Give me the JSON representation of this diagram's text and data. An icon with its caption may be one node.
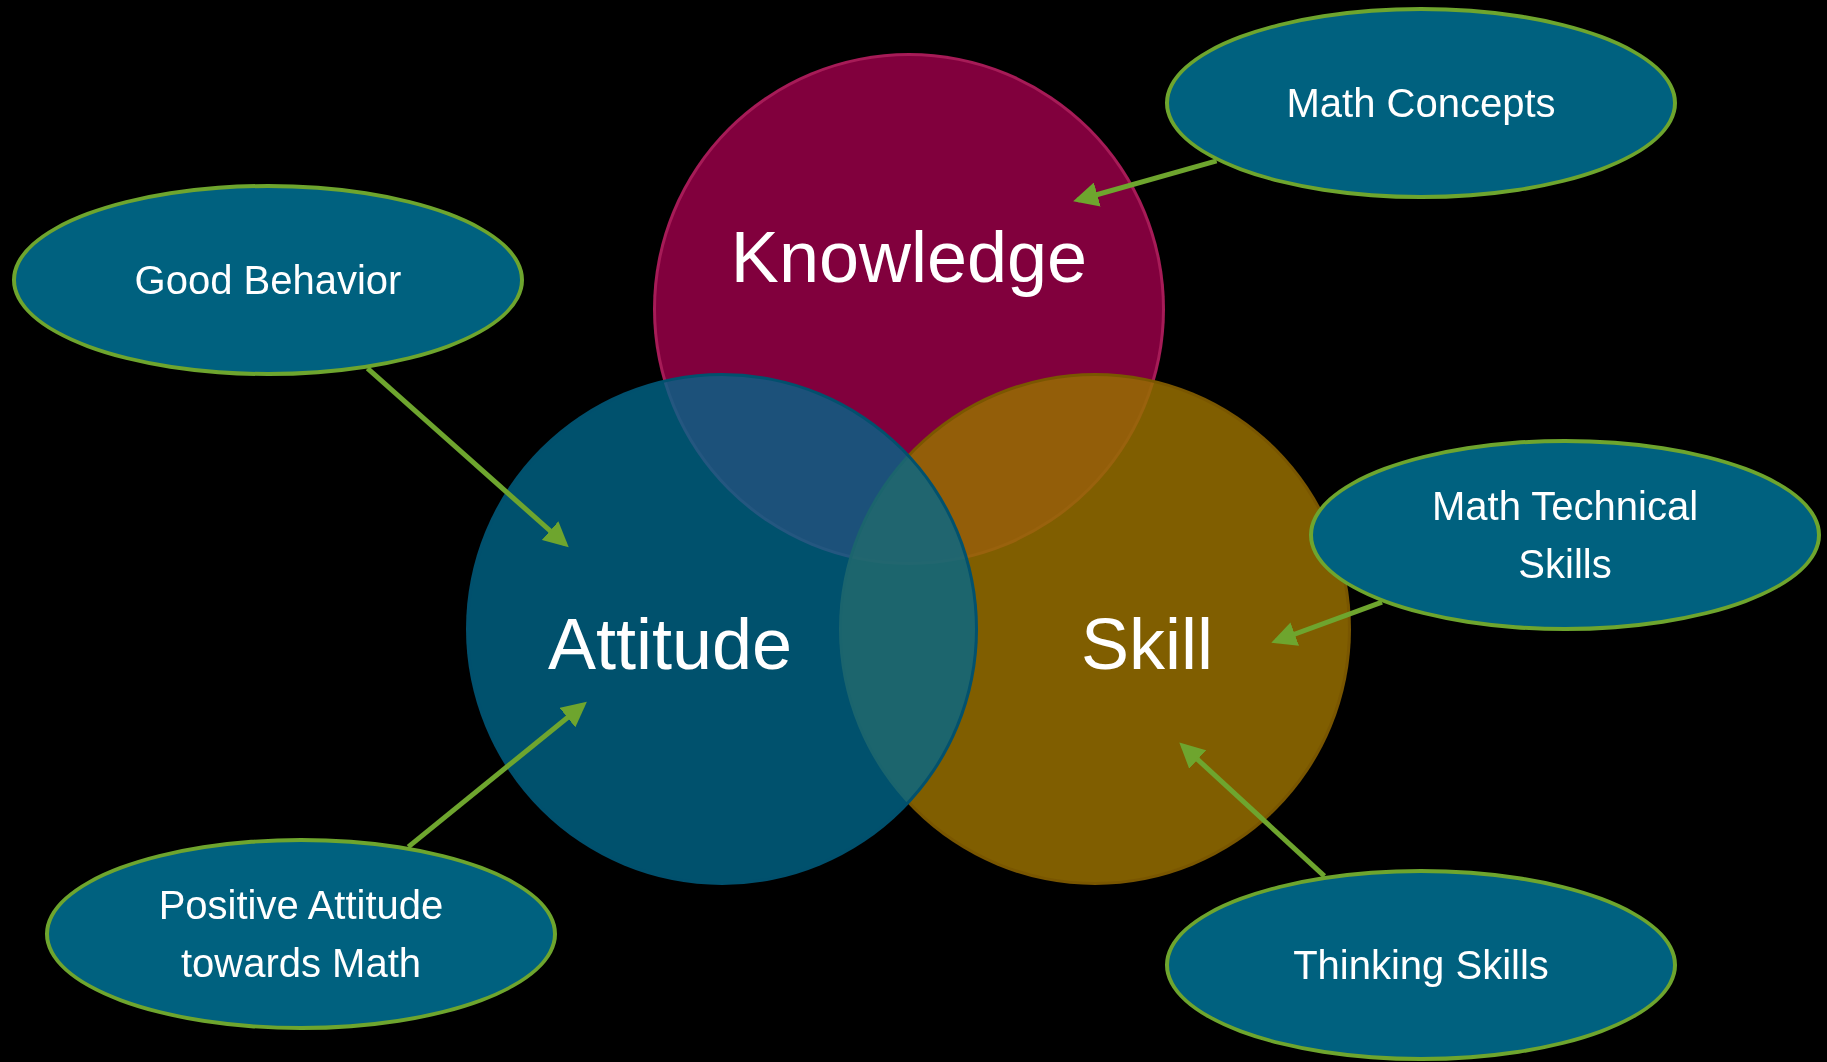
{
  "diagram": {
    "nodes": [
      {
        "text": [
          "Knowledge"
        ]
      },
      {
        "text": [
          "Attitude"
        ]
      },
      {
        "text": [
          "Skill"
        ]
      },
      {
        "text": [
          "Math Concepts"
        ]
      },
      {
        "text": [
          "Good Behavior"
        ]
      },
      {
        "text": [
          "Math Technical Skills"
        ]
      },
      {
        "text": [
          "Positive Attitude towards Math"
        ]
      },
      {
        "text": [
          "Thinking Skills"
        ]
      }
    ],
    "edges": [
      {
        "from": 3,
        "to": 0,
        "arrow": "to"
      },
      {
        "from": 4,
        "to": 1,
        "arrow": "to"
      },
      {
        "from": 5,
        "to": 2,
        "arrow": "to"
      },
      {
        "from": 6,
        "to": 1,
        "arrow": "to"
      },
      {
        "from": 7,
        "to": 2,
        "arrow": "to"
      }
    ]
  }
}
